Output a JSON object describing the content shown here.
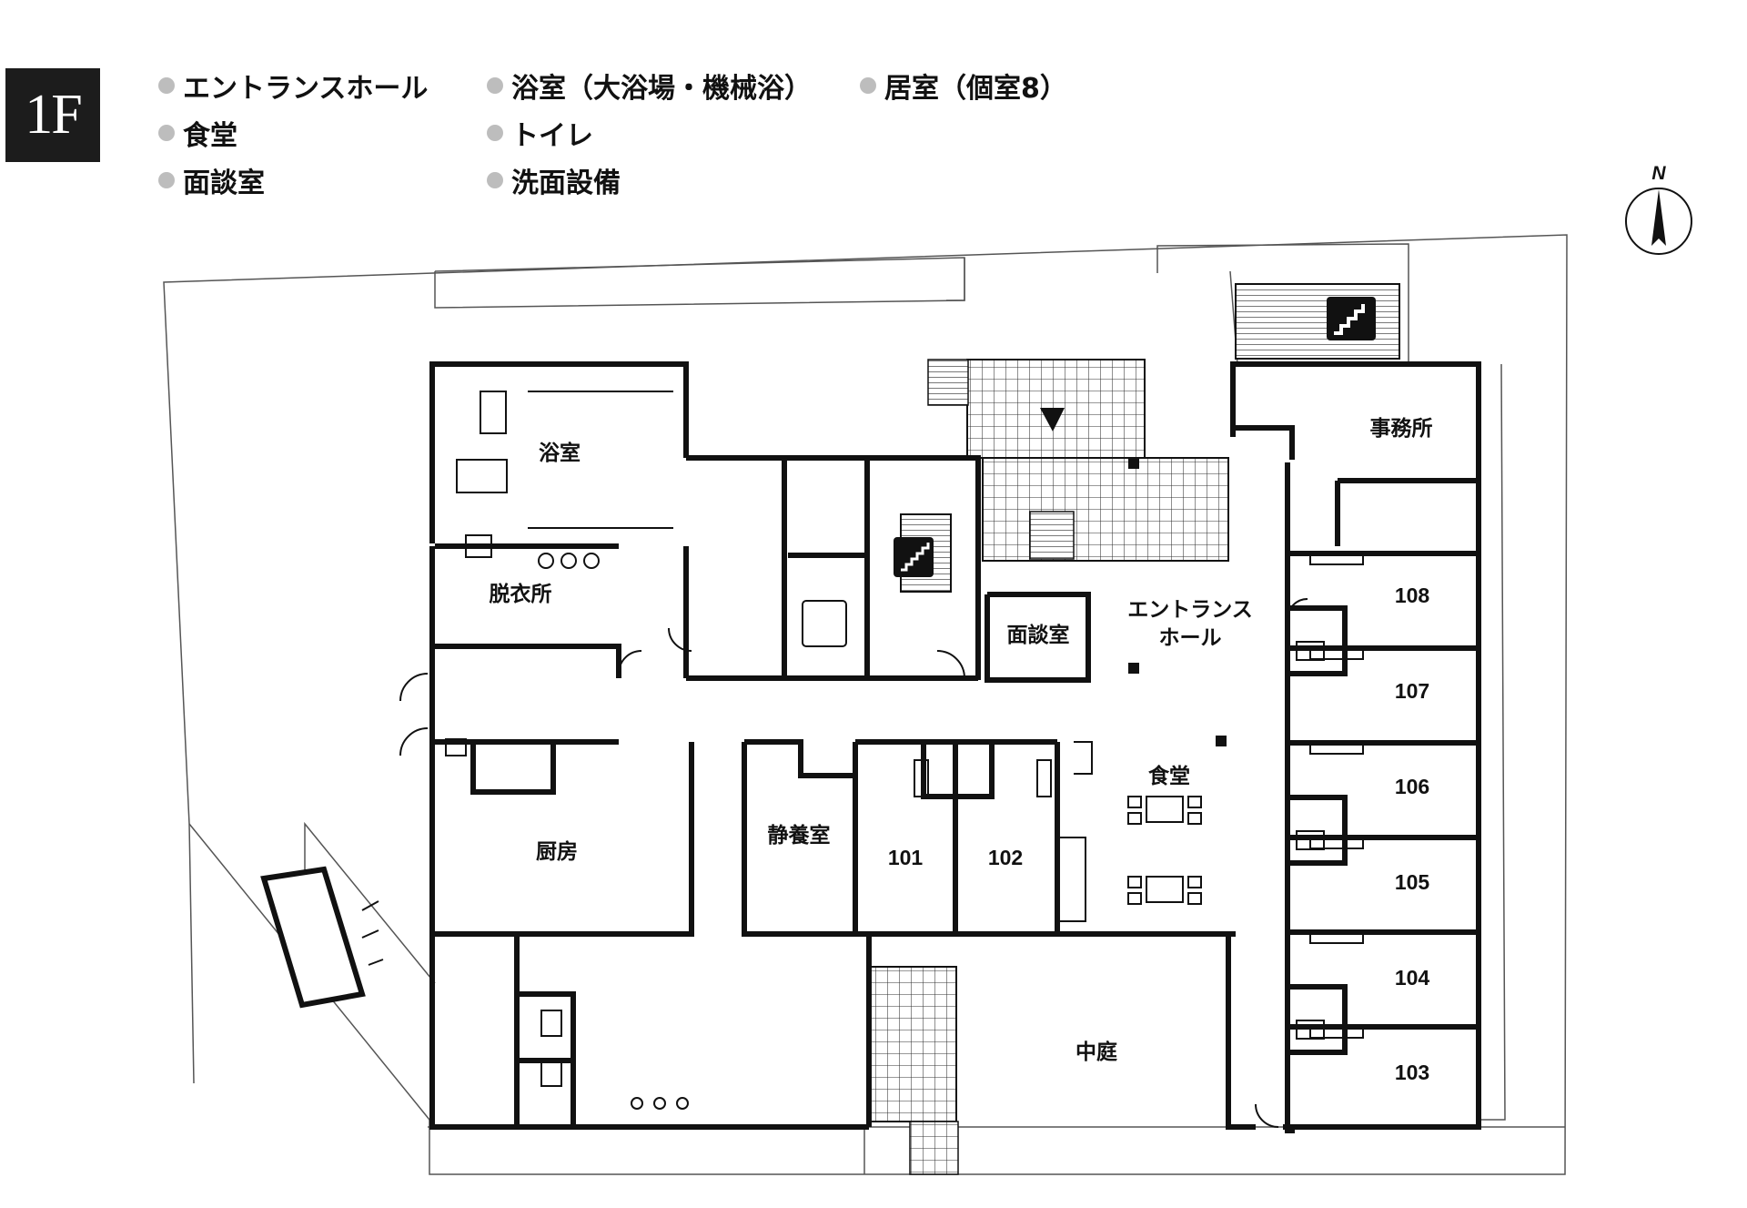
{
  "floor_label": "1F",
  "legend": [
    {
      "text": "エントランスホール"
    },
    {
      "text": "食堂"
    },
    {
      "text": "面談室"
    },
    {
      "text": "浴室（大浴場・機械浴）"
    },
    {
      "text": "トイレ"
    },
    {
      "text": "洗面設備"
    },
    {
      "text": "居室（個室8）"
    }
  ],
  "compass": {
    "label": "N"
  },
  "rooms": {
    "bath": "浴室",
    "dressing": "脱衣所",
    "kitchen": "厨房",
    "rest": "静養室",
    "r101": "101",
    "r102": "102",
    "interview": "面談室",
    "hall_line1": "エントランス",
    "hall_line2": "ホール",
    "dining": "食堂",
    "office": "事務所",
    "courtyard": "中庭",
    "r108": "108",
    "r107": "107",
    "r106": "106",
    "r105": "105",
    "r104": "104",
    "r103": "103"
  },
  "colors": {
    "wall": "#111111",
    "badge_bg": "#1c1c1c",
    "bullet": "#bdbdbd"
  }
}
